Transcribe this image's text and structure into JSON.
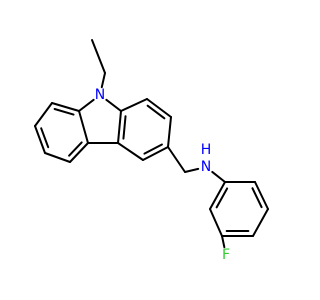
{
  "molecule": {
    "colors": {
      "bond": "#000000",
      "nitrogen": "#0000ff",
      "fluorine": "#33cc33",
      "background": "#ffffff"
    },
    "labels": {
      "ring_nitrogen": "N",
      "amine_nitrogen": "N",
      "amine_hydrogen": "H",
      "fluorine": "F"
    }
  }
}
